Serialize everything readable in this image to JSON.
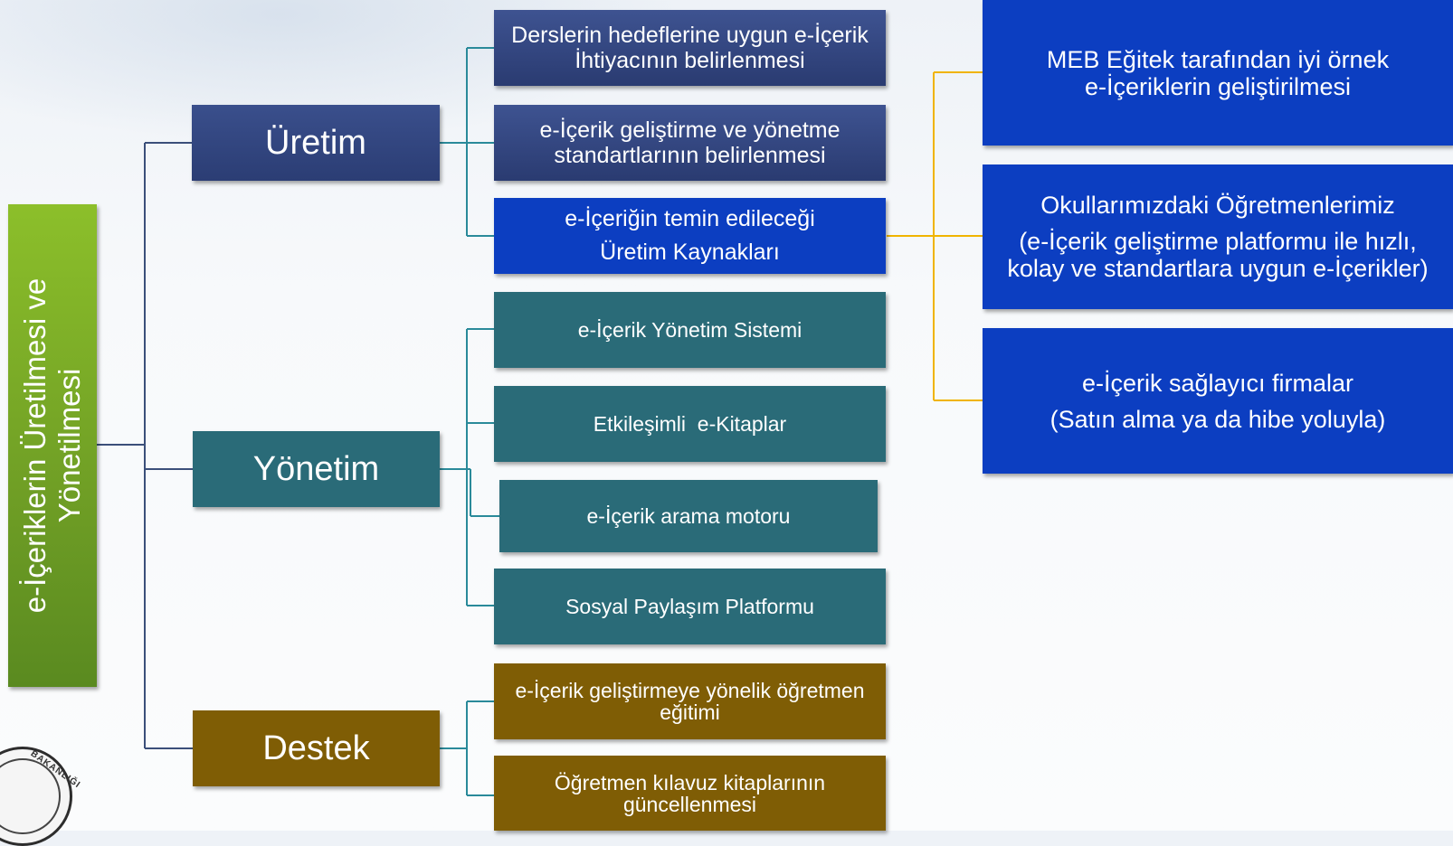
{
  "root": {
    "line1": "e-İçeriklerin Üretilmesi ve",
    "line2": "Yönetilmesi"
  },
  "categories": {
    "uretim": "Üretim",
    "yonetim": "Yönetim",
    "destek": "Destek"
  },
  "uretim_items": [
    {
      "l1": "Derslerin hedeflerine uygun e-İçerik",
      "l2": "İhtiyacının belirlenmesi"
    },
    {
      "l1": "e-İçerik geliştirme ve yönetme",
      "l2": "standartlarının belirlenmesi"
    },
    {
      "l1": "e-İçeriğin temin edileceği",
      "l2": "Üretim Kaynakları"
    }
  ],
  "yonetim_items": [
    "e-İçerik Yönetim Sistemi",
    "Etkileşimli  e-Kitaplar",
    "e-İçerik arama motoru",
    "Sosyal Paylaşım Platformu"
  ],
  "destek_items": [
    {
      "l1": "e-İçerik geliştirmeye yönelik öğretmen",
      "l2": "eğitimi"
    },
    {
      "l1": "Öğretmen kılavuz kitaplarının",
      "l2": "güncellenmesi"
    }
  ],
  "sources": [
    {
      "l1": "MEB Eğitek tarafından iyi örnek",
      "l2": "e-İçeriklerin geliştirilmesi"
    },
    {
      "l1": "Okullarımızdaki Öğretmenlerimiz",
      "l2": "(e-İçerik geliştirme platformu ile hızlı,",
      "l3": "kolay ve standartlara uygun e-İçerikler)"
    },
    {
      "l1": "e-İçerik sağlayıcı firmalar",
      "l2": "(Satın alma ya da hibe yoluyla)"
    }
  ],
  "seal_text": "BAKANLIĞI",
  "colors": {
    "root": "#7aaa28",
    "uretim": "#2f4280",
    "yonetim": "#2a6b78",
    "destek": "#7f5d05",
    "source_blue": "#0c3ec1",
    "connector_orange": "#f0b400",
    "connector_teal": "#2a8a9a"
  }
}
